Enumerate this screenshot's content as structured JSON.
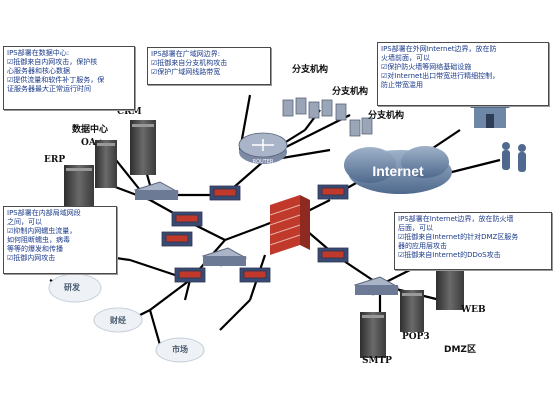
{
  "notes": {
    "datacenter": {
      "title": "IPS部署在数据中心:",
      "lines": [
        "☑抵御来自内网攻击，保护核",
        "心服务器和核心数据",
        "☑提供流量和软件补丁服务，保",
        "证服务器最大正常运行时间"
      ]
    },
    "wan": {
      "title": "IPS部署在广域网边界:",
      "lines": [
        "☑抵御来自分支机构攻击",
        "☑保护广域网线路带宽"
      ]
    },
    "internet_top": {
      "title": "IPS部署在外网Internet边界，放在防",
      "lines": [
        "火墙前面，可以",
        "☑保护防火墙等网络基础设施",
        "☑对Internet出口带宽进行精细控制，",
        "防止带宽滥用"
      ]
    },
    "internal": {
      "title": "IPS部署在内部局域网段",
      "lines": [
        "之间，可以",
        "☑抑制内网蠕虫流量，",
        "如何阻断蠕虫，病毒",
        "等等的爆发和传播",
        "☑抵御内网攻击"
      ]
    },
    "internet_bottom": {
      "title": "IPS部署在Internet边界，放在防火墙",
      "lines": [
        "后面，可以",
        "☑抵御来自Internet的针对DMZ区服务",
        "器的应用层攻击",
        "☑抵御来自Internet的DDoS攻击"
      ]
    }
  },
  "labels": {
    "datacenter": "数据中心",
    "oa": "OA",
    "crm": "CRM",
    "erp": "ERP",
    "branch1": "分支机构",
    "branch2": "分支机构",
    "branch3": "分支机构",
    "router": "ROUTER",
    "internet": "Internet",
    "rd": "研发",
    "finance": "财经",
    "market": "市场",
    "web": "WEB",
    "pop3": "POP3",
    "smtp": "SMTP",
    "dmz": "DMZ区"
  },
  "colors": {
    "note_text": "#1a3a8a",
    "ips": "#c0392b",
    "switch": "#6c7a95",
    "firewall": "#c0392b",
    "link": "#000000",
    "cloud": "#6f87a6"
  }
}
